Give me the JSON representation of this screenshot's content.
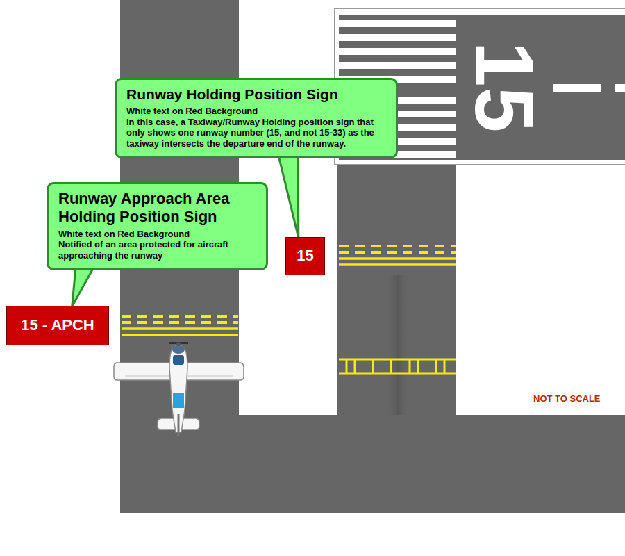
{
  "diagram": {
    "nodes": [
      {
        "text": [
          "Runway Holding Position Sign",
          "White text on Red Background",
          "In this case, a Taxiway/Runway Holding position sign that only shows one runway number (15, and not 15-33) as the taxiway intersects the departure end of the runway."
        ]
      },
      {
        "text": [
          "Runway Approach Area Holding Position Sign",
          "White text on Red Background",
          "Notified of an area protected for aircraft approaching the runway"
        ]
      },
      {
        "text": [
          "15"
        ]
      },
      {
        "text": [
          "15 - APCH"
        ]
      }
    ],
    "edges": [
      {
        "from": 0,
        "to": 2,
        "arrow": "none"
      },
      {
        "from": 1,
        "to": 3,
        "arrow": "none"
      }
    ],
    "labels": [
      "15",
      "NOT TO SCALE"
    ]
  }
}
